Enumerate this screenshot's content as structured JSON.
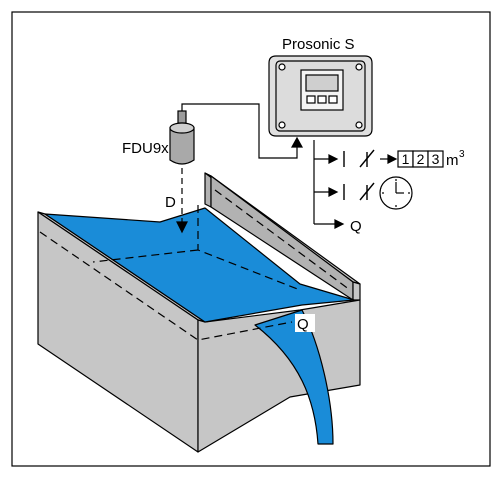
{
  "labels": {
    "device": "Prosonic S",
    "sensor": "FDU9x",
    "distance": "D",
    "flow_output": "Q",
    "flow_channel": "Q",
    "counter_digits": [
      "1",
      "2",
      "3"
    ],
    "counter_unit": "m",
    "counter_exponent": "3"
  },
  "colors": {
    "water": "#1a8cd8",
    "concrete": "#c6c6c6",
    "concrete_dark": "#b2b2b2",
    "sensor": "#a9a9a9",
    "housing": "#e0e0e0",
    "line": "#000000"
  },
  "icons": {
    "relay_1": "relay-switch-icon",
    "relay_2": "relay-switch-icon",
    "clock": "clock-icon",
    "counter": "totalizer-counter-icon"
  }
}
